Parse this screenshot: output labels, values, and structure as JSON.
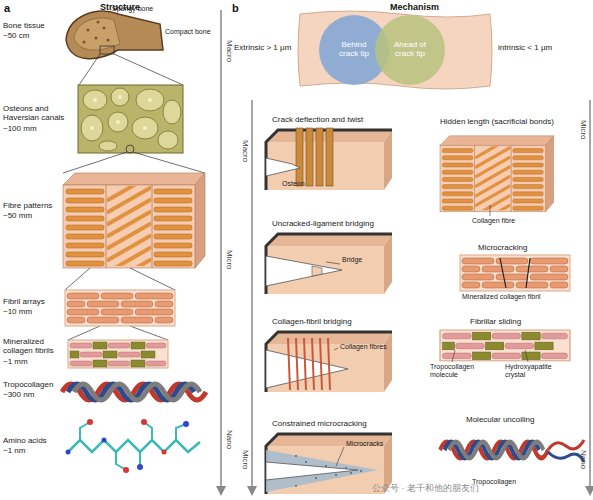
{
  "diagram": {
    "nodes": [
      {
        "text": [
          "Behind crack tip"
        ]
      },
      {
        "text": [
          "Ahead of crack tip"
        ]
      }
    ],
    "labels": [
      "a",
      "Structure",
      "Macro",
      "Spongy bone",
      "Compact bone",
      "Bone tissue",
      "~50 cm",
      "Osteons and Haversian canals",
      "~100 mm",
      "Micro",
      "Fibre patterns",
      "~50 mm",
      "Fibril arrays",
      "~10 mm",
      "Mineralized collagen fibrils",
      "~1 mm",
      "Tropocollagen",
      "~300 nm",
      "Amino acids",
      "~1 nm",
      "Nano",
      "b",
      "Mechanism",
      "Extrinsic > 1 µm",
      "intrinsic < 1 µm",
      "Macro",
      "Crack deflection and twist",
      "Osteon",
      "Uncracked-ligament bridging",
      "Bridge",
      "Collagen-fibril bridging",
      "Collagen fibres",
      "Constrained microcracking",
      "Microcracks",
      "Micro",
      "Micro",
      "Hidden length (sacrificial bonds)",
      "Collagen fibre",
      "Microcracking",
      "Mineralized collagen fibril",
      "Fibrillar sliding",
      "Tropocollagen molecule",
      "Hydroxyapatite crystal",
      "Molecular uncoiling",
      "Tropocollagen",
      "Nano",
      "公众号 · 老千和他的朋友们"
    ]
  }
}
